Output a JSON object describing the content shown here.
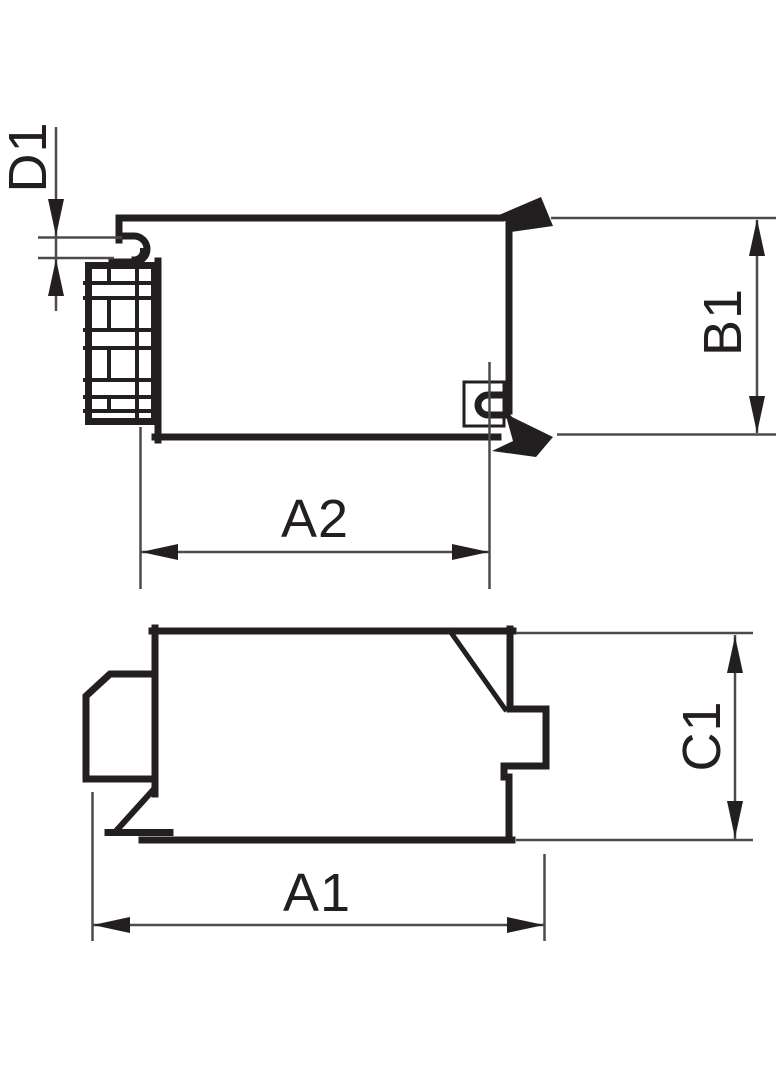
{
  "drawing": {
    "kind": "technical dimension drawing, two orthographic views of a lamp ballast housing",
    "labels": {
      "d1": "D1",
      "b1": "B1",
      "a2": "A2",
      "c1": "C1",
      "a1": "A1"
    },
    "colors": {
      "outline": "#231f20",
      "dimension_line": "#4b4b4d",
      "arrow": "#231f20",
      "label": "#231f20",
      "background": "#ffffff"
    }
  }
}
